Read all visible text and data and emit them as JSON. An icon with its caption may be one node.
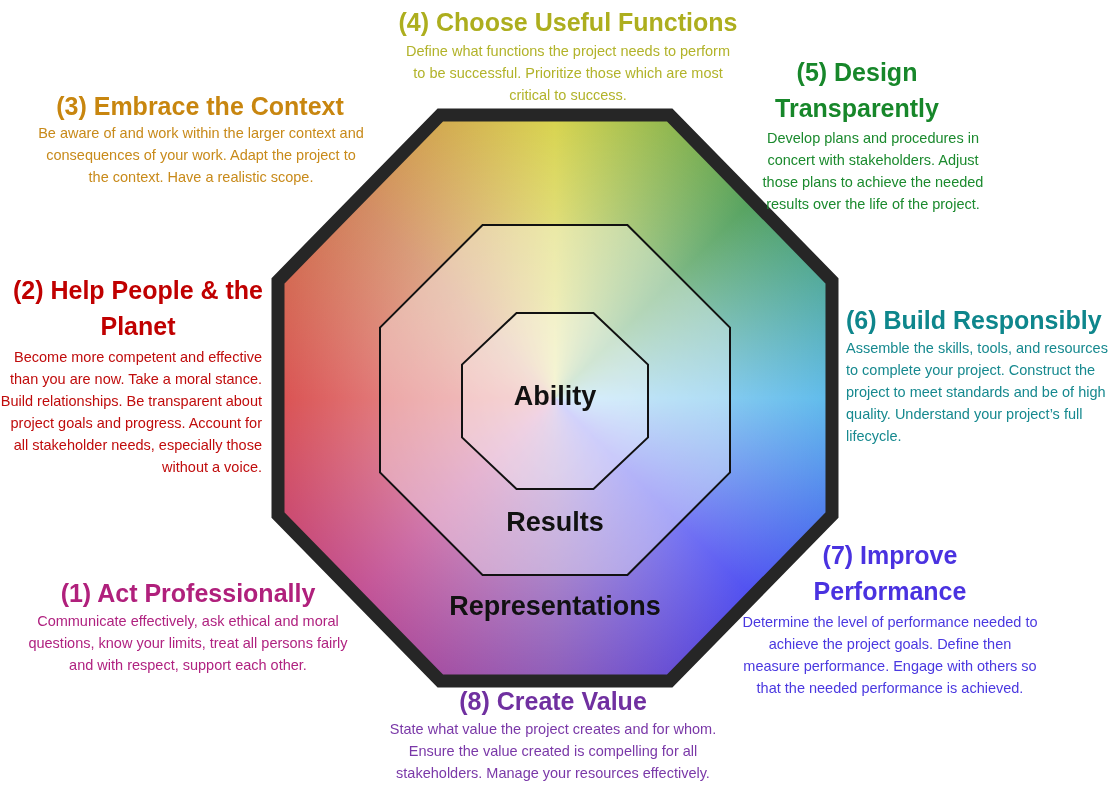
{
  "diagram": {
    "nodes": [
      {
        "text": [
          "Representations"
        ]
      },
      {
        "text": [
          "Results"
        ],
        "in": 0
      },
      {
        "text": [
          "Ability"
        ],
        "in": 1
      }
    ],
    "labels": [
      "(4) Choose Useful Functions",
      "Define what functions the project needs to perform to be successful.  Prioritize those which are most critical to success.",
      "(5) Design Transparently",
      "Develop plans and procedures in concert with stakeholders.  Adjust those plans to achieve the needed results over the life of the project.",
      "(3) Embrace the Context",
      "Be aware of and work within the larger context and consequences of your work.  Adapt the project to the context.  Have a realistic scope.",
      "(2) Help People & the Planet",
      "Become more competent and effective than you are now.  Take a moral stance.  Build relationships.  Be transparent about project goals and progress.  Account for all stakeholder needs, especially those without a voice.",
      "(6) Build Responsibly",
      "Assemble the skills, tools, and resources to complete your project.  Construct the project to meet standards and be of high quality.  Understand your project’s full lifecycle.",
      "(7) Improve Performance",
      "Determine the level of performance needed to achieve the project goals.  Define then measure performance.  Engage with others so that the needed performance is achieved.",
      "(1) Act Professionally",
      "Communicate effectively, ask ethical and moral questions, know your limits, treat all persons fairly and with respect, support each other.",
      "(8) Create Value",
      "State what value the project creates and for whom.  Ensure the value created is compelling for all stakeholders.  Manage your resources effectively."
    ]
  }
}
